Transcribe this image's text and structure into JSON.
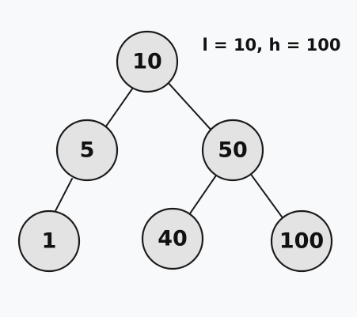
{
  "annotation": {
    "range_label": "l = 10, h = 100"
  },
  "colors": {
    "background": "#f8f9fa",
    "node_fill": "#e3e3e3",
    "stroke": "#1a1a1a"
  },
  "tree": {
    "nodes": [
      {
        "id": "n10",
        "label": "10"
      },
      {
        "id": "n5",
        "label": "5"
      },
      {
        "id": "n50",
        "label": "50"
      },
      {
        "id": "n1",
        "label": "1"
      },
      {
        "id": "n40",
        "label": "40"
      },
      {
        "id": "n100",
        "label": "100"
      }
    ],
    "edges": [
      {
        "from": "n10",
        "to": "n5"
      },
      {
        "from": "n10",
        "to": "n50"
      },
      {
        "from": "n5",
        "to": "n1"
      },
      {
        "from": "n50",
        "to": "n40"
      },
      {
        "from": "n50",
        "to": "n100"
      }
    ]
  }
}
